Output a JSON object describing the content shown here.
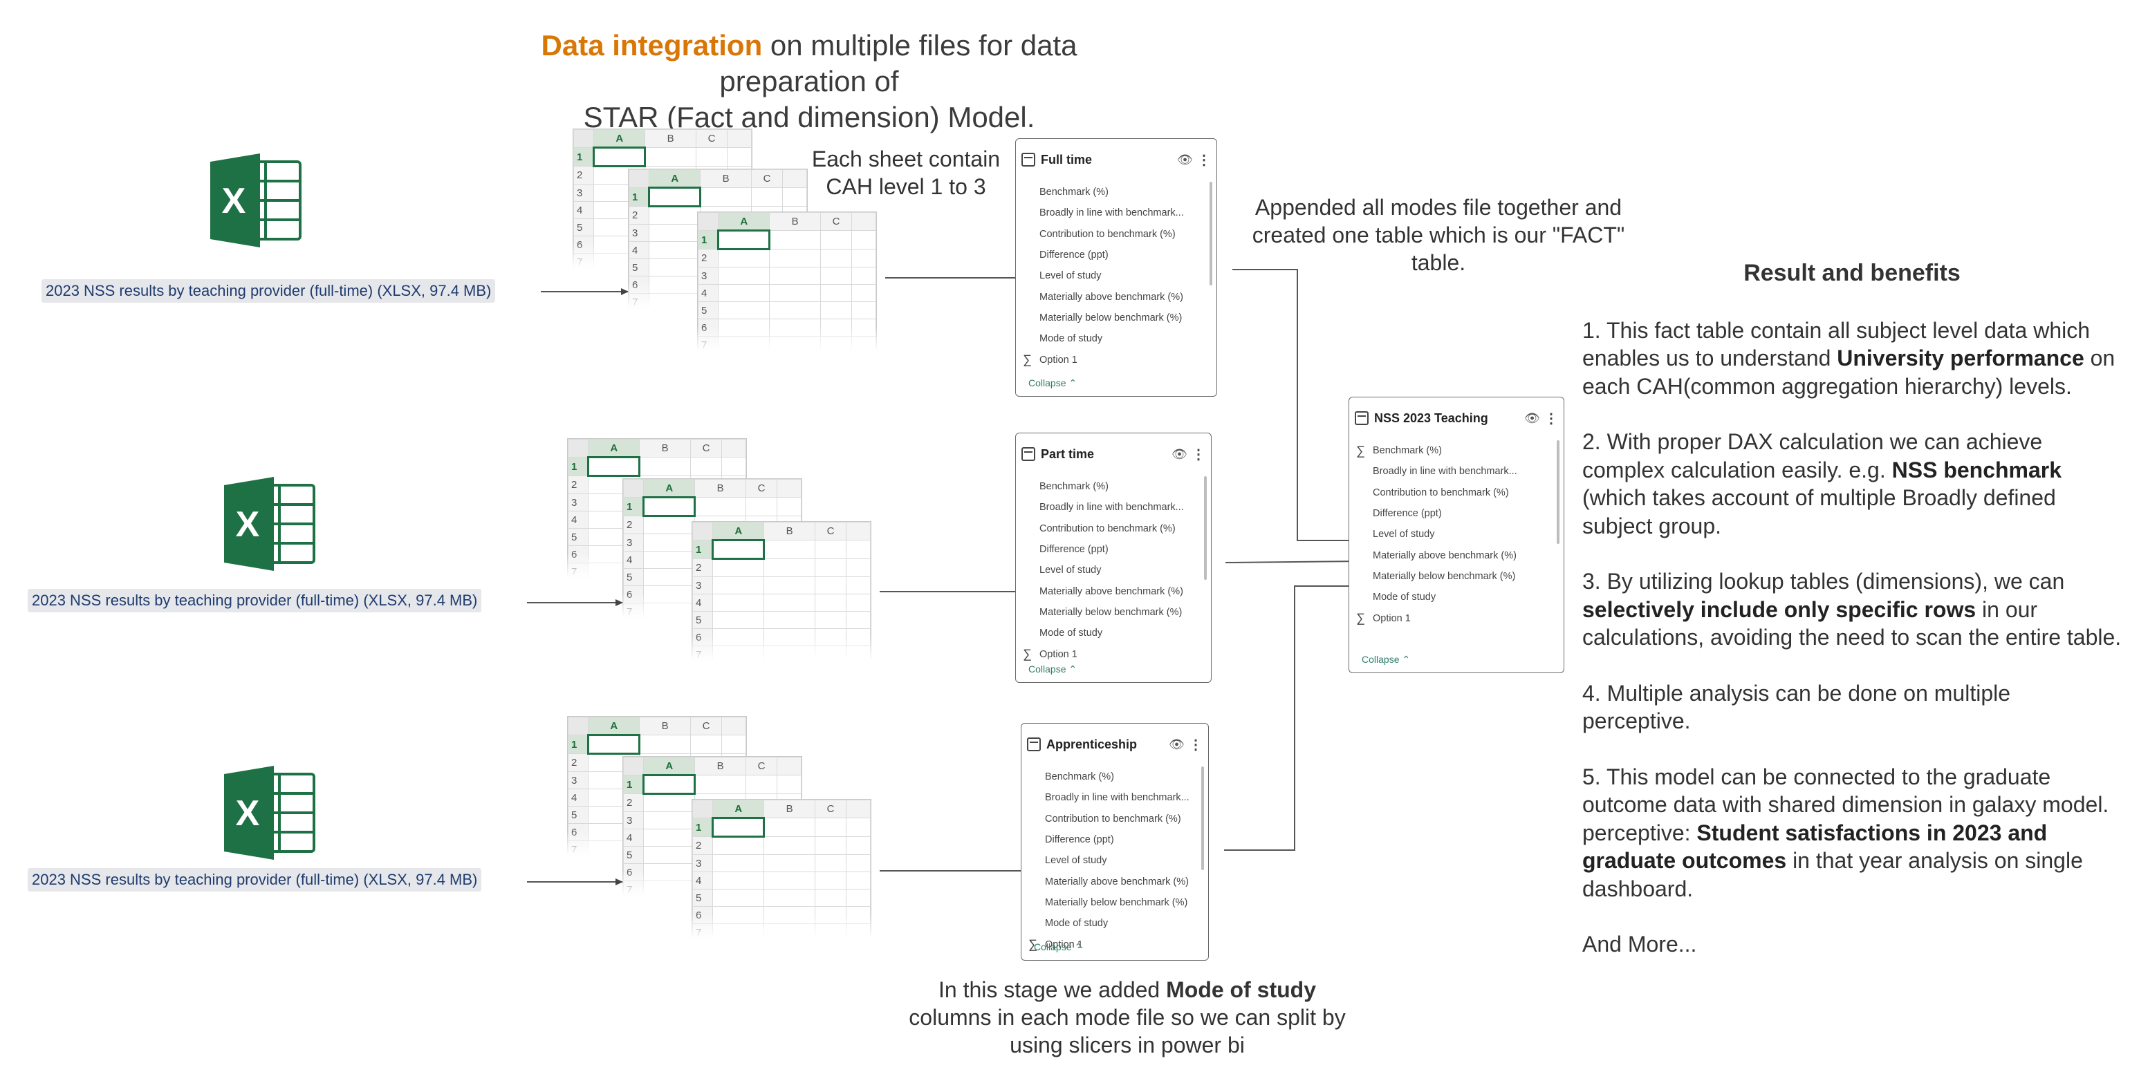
{
  "title": {
    "highlight": "Data integration",
    "rest_line1": " on multiple files for data preparation of",
    "line2": "STAR (Fact and dimension) Model."
  },
  "notes": {
    "sheet_note": "Each sheet contain CAH level 1 to 3",
    "append_note": "Appended all modes file together and created one table which is our \"FACT\" table.",
    "stage_note_pre": "In this stage we added ",
    "stage_note_bold": "Mode of study",
    "stage_note_post": " columns in each mode file so we can split by using slicers in power bi"
  },
  "sources": [
    {
      "label": "2023 NSS results by teaching provider (full-time) (XLSX, 97.4 MB)",
      "icon": "excel-icon"
    },
    {
      "label": "2023 NSS results by teaching provider (full-time) (XLSX, 97.4 MB)",
      "icon": "excel-icon"
    },
    {
      "label": "2023 NSS results by teaching provider (full-time) (XLSX, 97.4 MB)",
      "icon": "excel-icon"
    }
  ],
  "sheet": {
    "columns": [
      "A",
      "B",
      "C"
    ],
    "rows": [
      "1",
      "2",
      "3",
      "4",
      "5",
      "6",
      "7"
    ]
  },
  "tables": {
    "full_time": {
      "title": "Full time",
      "fields": [
        "Benchmark (%)",
        "Broadly in line with benchmark...",
        "Contribution to benchmark (%)",
        "Difference (ppt)",
        "Level of study",
        "Materially above benchmark (%)",
        "Materially below benchmark (%)",
        "Mode of study",
        "Option 1"
      ],
      "collapse": "Collapse"
    },
    "part_time": {
      "title": "Part time",
      "fields": [
        "Benchmark (%)",
        "Broadly in line with benchmark...",
        "Contribution to benchmark (%)",
        "Difference (ppt)",
        "Level of study",
        "Materially above benchmark (%)",
        "Materially below benchmark (%)",
        "Mode of study",
        "Option 1"
      ],
      "collapse": "Collapse"
    },
    "apprenticeship": {
      "title": "Apprenticeship",
      "fields": [
        "Benchmark (%)",
        "Broadly in line with benchmark...",
        "Contribution to benchmark (%)",
        "Difference (ppt)",
        "Level of study",
        "Materially above benchmark (%)",
        "Materially below benchmark (%)",
        "Mode of study",
        "Option 1"
      ],
      "collapse": "Collapse"
    },
    "nss": {
      "title": "NSS 2023 Teaching",
      "fields": [
        "Benchmark (%)",
        "Broadly in line with benchmark...",
        "Contribution to benchmark (%)",
        "Difference (ppt)",
        "Level of study",
        "Materially above benchmark (%)",
        "Materially below benchmark (%)",
        "Mode of study",
        "Option 1"
      ],
      "collapse": "Collapse"
    }
  },
  "results": {
    "title": "Result and benefits",
    "p1_a": " 1. This fact table contain all subject level data which enables us to understand ",
    "p1_b": "University performance",
    "p1_c": " on each CAH(common aggregation hierarchy) levels.",
    "p2_a": "2. With proper DAX calculation we can achieve complex calculation easily. e.g. ",
    "p2_b": "NSS benchmark",
    "p2_c": " (which takes account of multiple Broadly defined subject group.",
    "p3_a": "3. By utilizing lookup tables (dimensions), we can ",
    "p3_b": "selectively include only specific rows",
    "p3_c": " in our calculations, avoiding the need to scan the entire table.",
    "p4": "4. Multiple analysis can be done on multiple perceptive.",
    "p5_a": "5. This model can be connected to the graduate outcome data with shared dimension in galaxy model.",
    "p5_b": "perceptive: ",
    "p5_c": "Student satisfactions in 2023 and graduate outcomes",
    "p5_d": " in that year analysis on single dashboard.",
    "more": "And More..."
  },
  "colors": {
    "accent": "#d97706",
    "excel_green": "#1e7145",
    "label_bg": "#e6e7ea",
    "label_text": "#1f3b6e"
  }
}
